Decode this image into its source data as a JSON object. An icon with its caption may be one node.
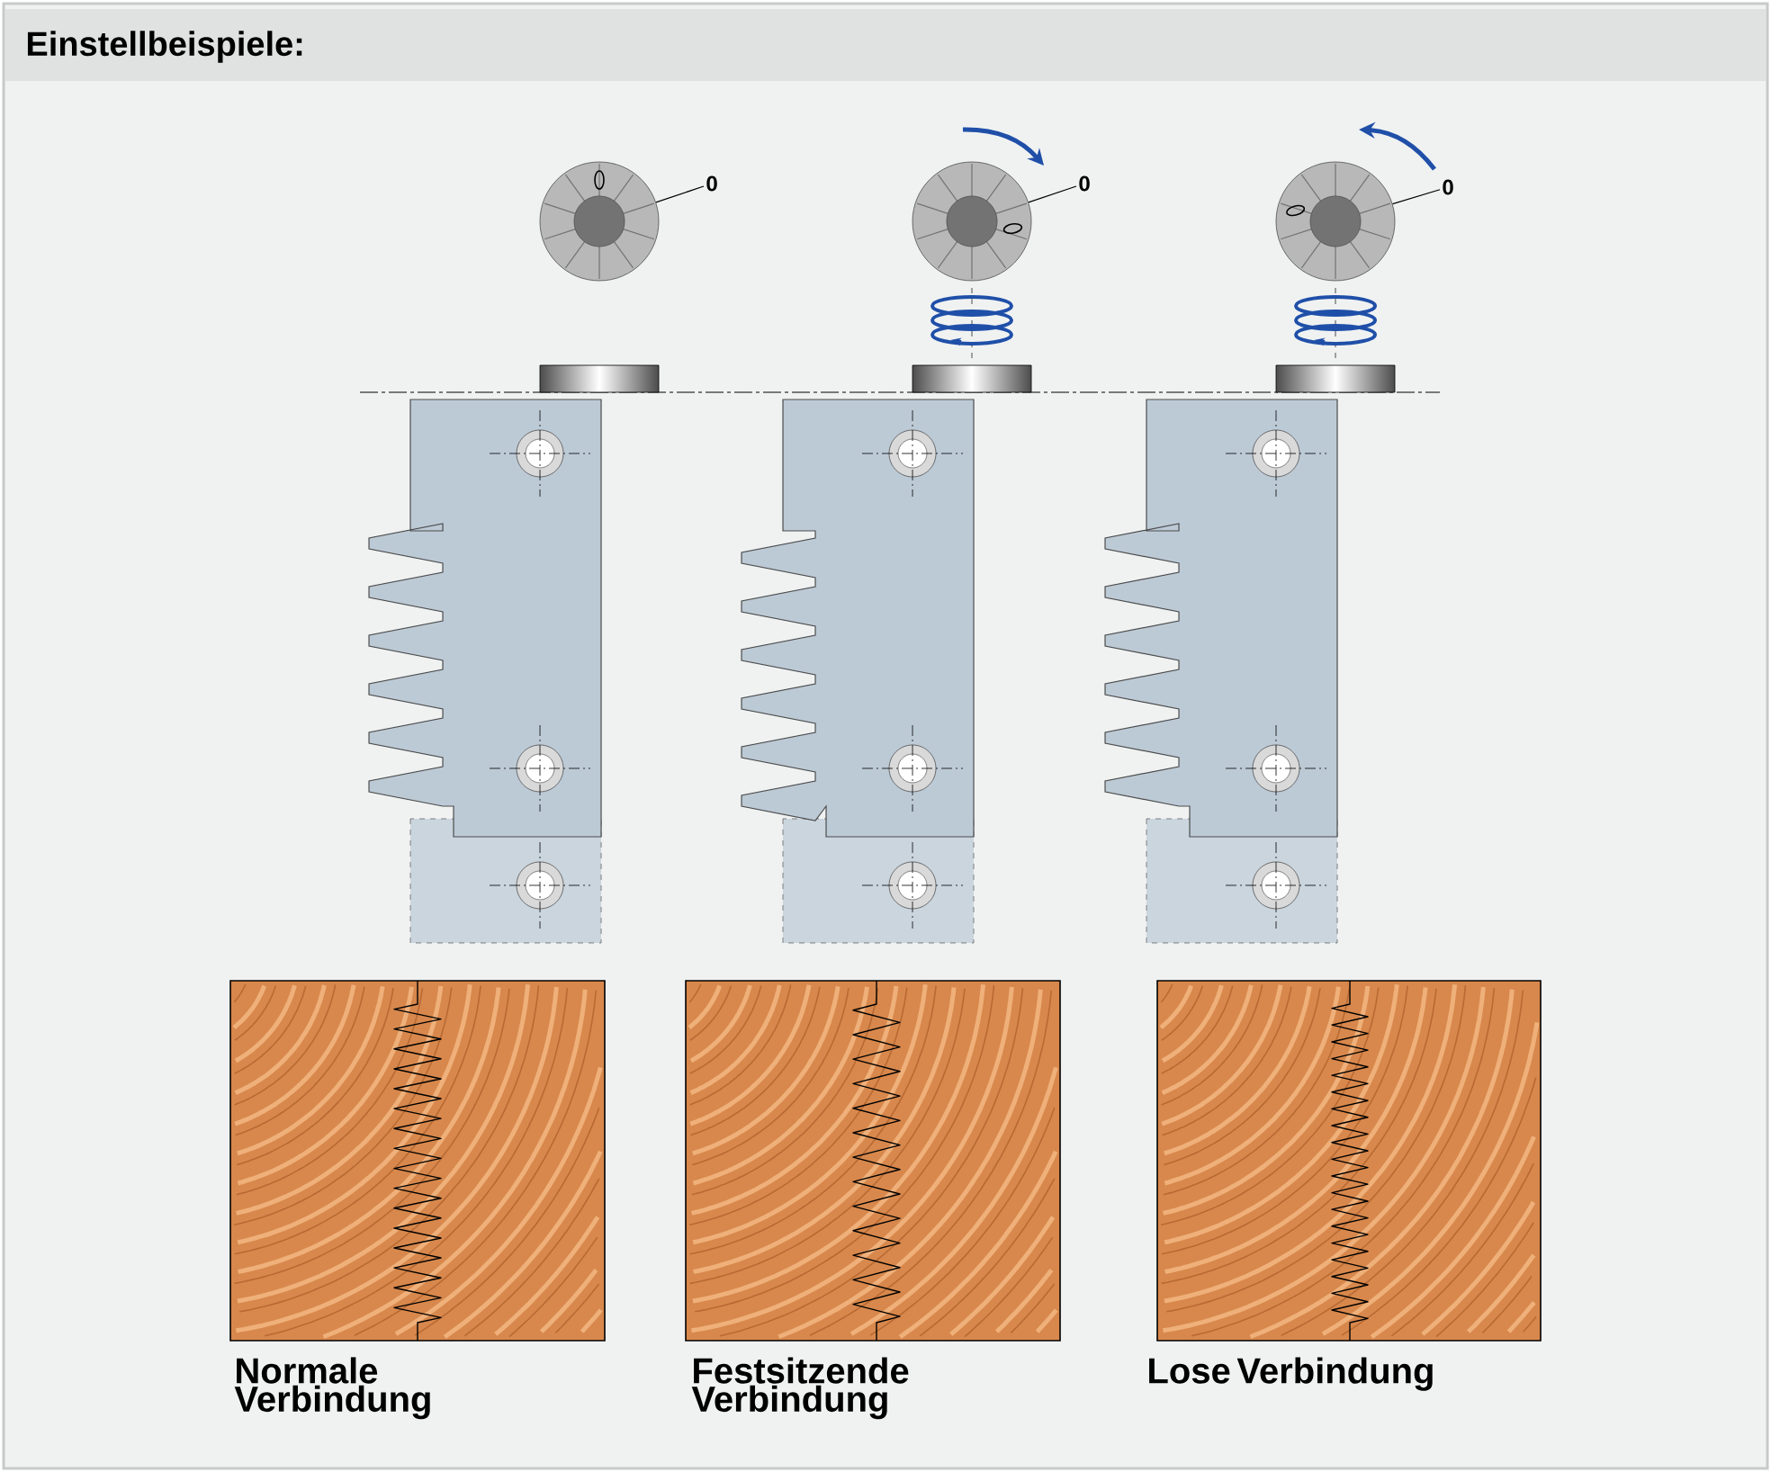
{
  "diagram": {
    "title": "Einstellbeispiele:",
    "nodes": [
      {
        "text": [],
        "shape": "picture"
      },
      {
        "text": [
          "0"
        ]
      },
      {
        "text": [],
        "shape": "picture"
      },
      {
        "text": [
          "0"
        ]
      },
      {
        "text": [],
        "shape": "picture"
      },
      {
        "text": [
          "0"
        ]
      }
    ],
    "edges": [
      {
        "from": 1,
        "to": 0,
        "arrow": "none"
      },
      {
        "from": 3,
        "to": 2,
        "arrow": "none"
      },
      {
        "from": 5,
        "to": 4,
        "arrow": "none"
      }
    ],
    "labels": [
      "Normale Verbindung",
      "Festsitzende Verbindung",
      "Lose Verbindung"
    ]
  }
}
